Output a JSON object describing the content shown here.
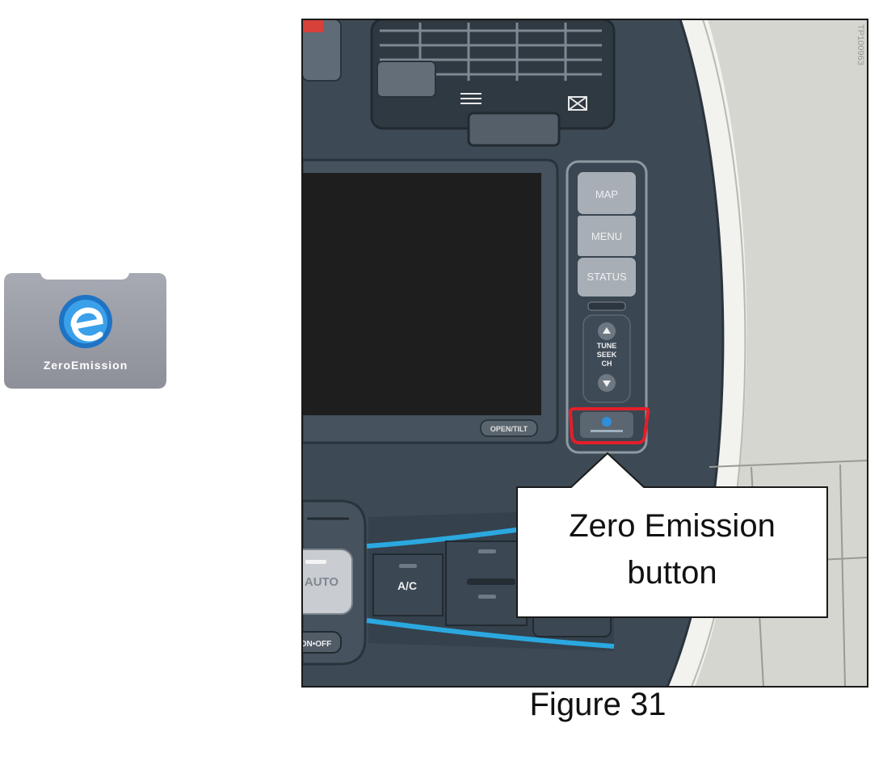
{
  "badge": {
    "brand_text": "ZeroEmission"
  },
  "panel": {
    "buttons": {
      "map": "MAP",
      "menu": "MENU",
      "status": "STATUS"
    },
    "tuner": [
      "TUNE",
      "SEEK",
      "CH"
    ],
    "open_tilt": "OPEN/TILT",
    "climate": {
      "auto": "AUTO",
      "ac": "A/C",
      "on_off": "ON•OFF"
    },
    "code": "TP100963"
  },
  "callout": {
    "line1": "Zero Emission",
    "line2": "button"
  },
  "caption": "Figure 31",
  "colors": {
    "panel": "#3d4a56",
    "highlight": "#e41f2a",
    "accent_blue": "#2aa8df",
    "screen": "#1e1e1e",
    "wall": "#d6d6d0"
  }
}
